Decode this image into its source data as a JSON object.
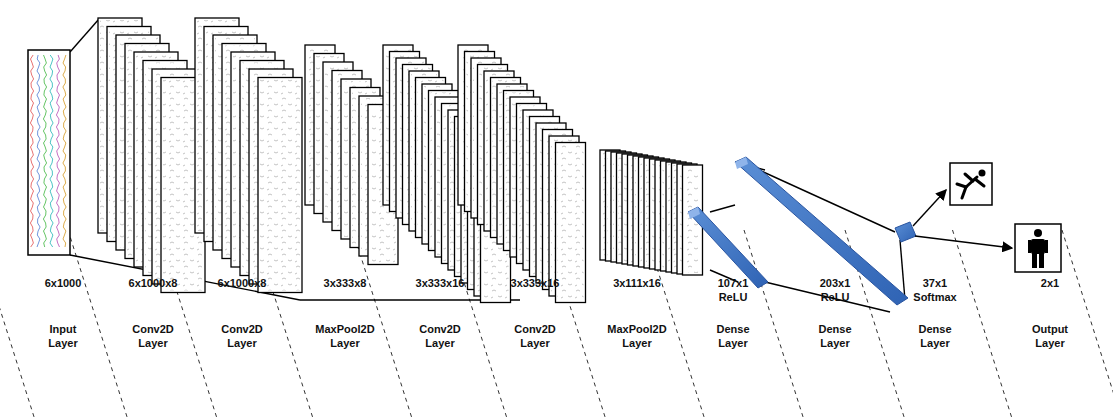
{
  "diagram": {
    "labels": [
      "6x1000",
      "Input Layer",
      "6x1000x8",
      "Conv2D Layer",
      "6x1000x8",
      "Conv2D Layer",
      "3x333x8",
      "MaxPool2D Layer",
      "3x333x16",
      "Conv2D Layer",
      "3x333x16",
      "Conv2D Layer",
      "3x111x16",
      "MaxPool2D Layer",
      "107x1 ReLU",
      "Dense Layer",
      "203x1 ReLU",
      "Dense Layer",
      "37x1 Softmax",
      "Dense Layer",
      "2x1",
      "Output Layer"
    ]
  }
}
